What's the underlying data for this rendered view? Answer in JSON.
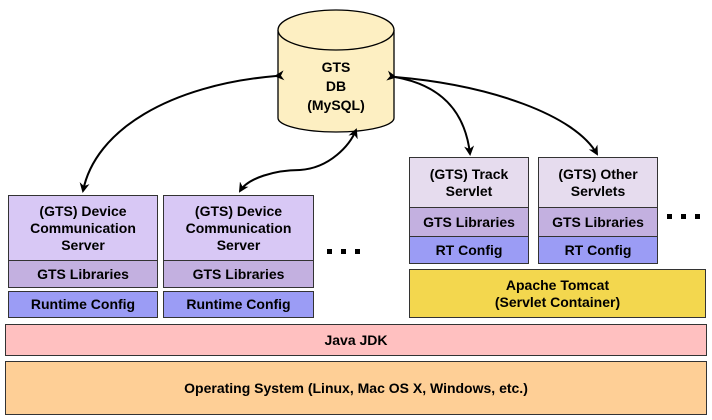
{
  "database": {
    "lines": [
      "GTS",
      "DB",
      "(MySQL)"
    ],
    "color": "#fdefc2"
  },
  "device_servers": [
    {
      "title_lines": [
        "(GTS) Device",
        "Communication",
        "Server"
      ],
      "libraries": "GTS Libraries",
      "config": "Runtime Config"
    },
    {
      "title_lines": [
        "(GTS) Device",
        "Communication",
        "Server"
      ],
      "libraries": "GTS Libraries",
      "config": "Runtime Config"
    }
  ],
  "servlets": [
    {
      "title_lines": [
        "(GTS) Track",
        "Servlet"
      ],
      "libraries": "GTS Libraries",
      "config": "RT Config"
    },
    {
      "title_lines": [
        "(GTS) Other",
        "Servlets"
      ],
      "libraries": "GTS Libraries",
      "config": "RT Config"
    }
  ],
  "servlet_container": {
    "lines": [
      "Apache Tomcat",
      "(Servlet Container)"
    ]
  },
  "jdk": {
    "label": "Java JDK"
  },
  "os": {
    "label": "Operating System (Linux, Mac OS X, Windows, etc.)"
  },
  "colors": {
    "device_server": "#d8c8f5",
    "servlet": "#e6dcee",
    "libraries": "#c3b0e0",
    "config": "#9b9cf5",
    "tomcat": "#f3d74e",
    "jdk": "#ffc0c0",
    "os": "#fecf96"
  }
}
